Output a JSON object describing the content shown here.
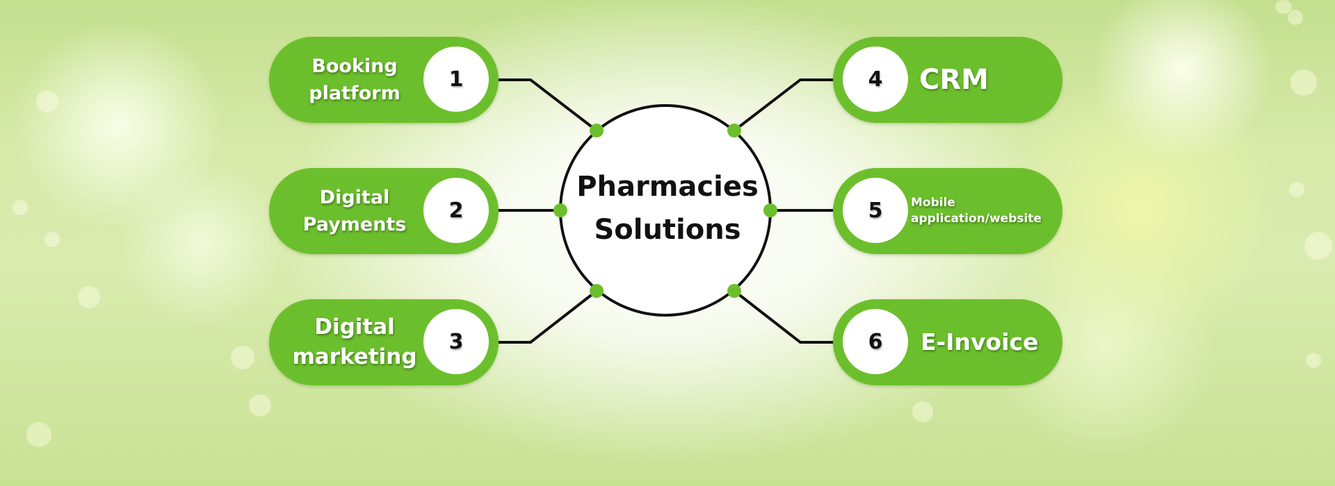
{
  "center": {
    "line1": "Pharmacies",
    "line2": "Solutions"
  },
  "items": [
    {
      "number": "1",
      "line1": "Booking",
      "line2": "platform"
    },
    {
      "number": "2",
      "line1": "Digital",
      "line2": "Payments"
    },
    {
      "number": "3",
      "line1": "Digital",
      "line2": "marketing"
    },
    {
      "number": "4",
      "line1": "CRM",
      "line2": ""
    },
    {
      "number": "5",
      "line1": "Mobile",
      "line2": "application/website"
    },
    {
      "number": "6",
      "line1": "E-Invoice",
      "line2": ""
    }
  ],
  "colors": {
    "accent": "#6cbf2c",
    "line": "#111111",
    "node": "#ffffff"
  }
}
